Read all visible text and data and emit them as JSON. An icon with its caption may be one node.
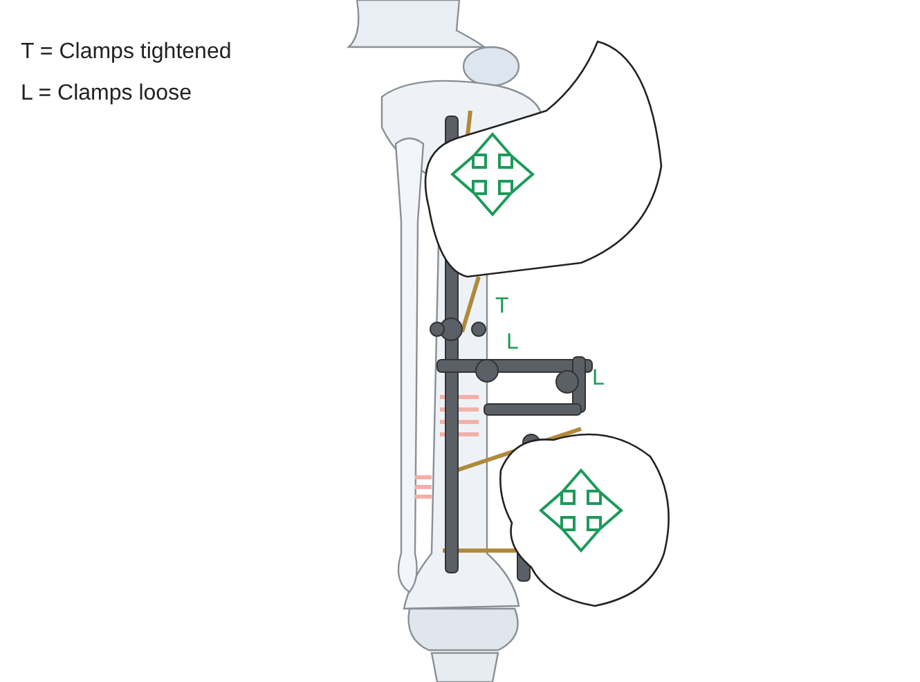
{
  "diagram": {
    "labels": [
      "T = Clamps tightened",
      "L = Clamps loose",
      "T",
      "L",
      "L"
    ]
  }
}
